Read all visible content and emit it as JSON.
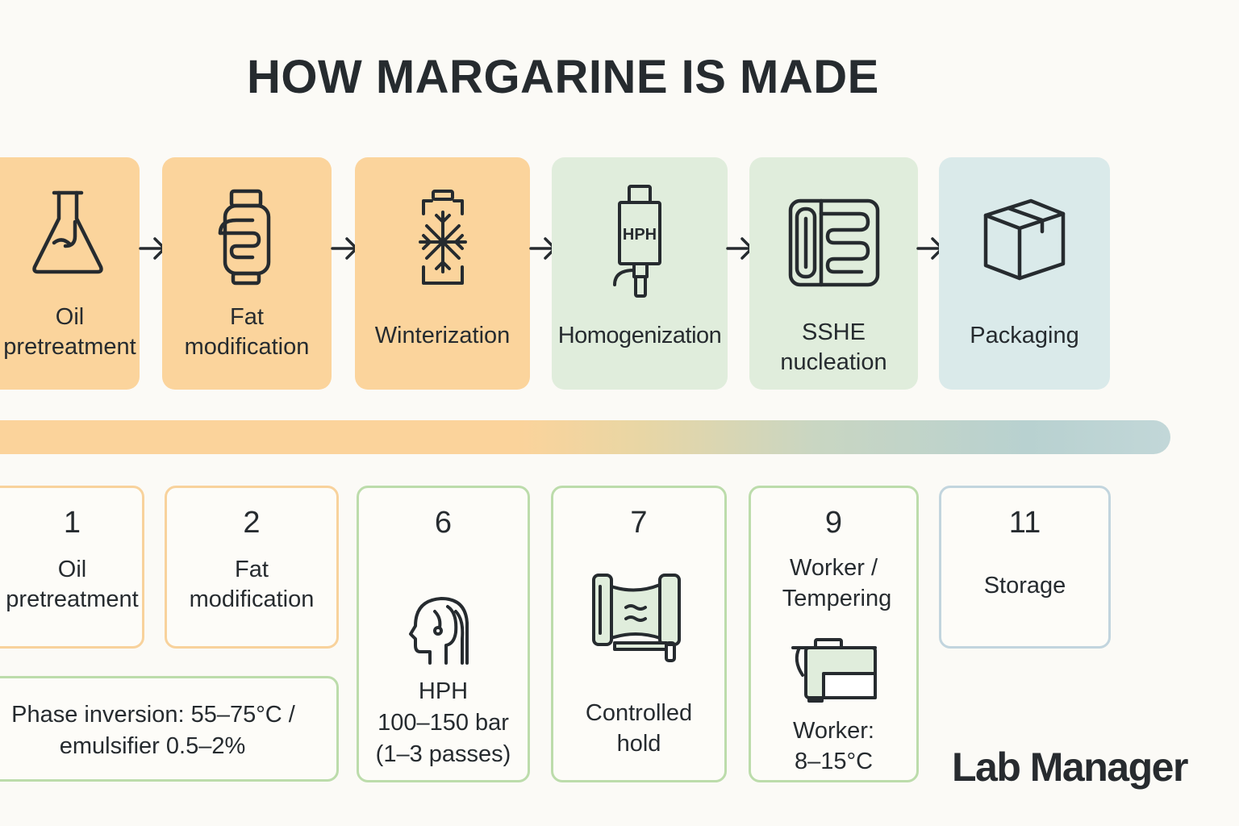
{
  "title": "HOW MARGARINE IS MADE",
  "colors": {
    "ink": "#262b2f",
    "orange_fill": "#fbd49c",
    "green_fill": "#e0eddc",
    "blue_fill": "#daeaea",
    "orange_border": "#f8d29c",
    "green_border": "#bcdcab",
    "blue_border": "#c2d5de"
  },
  "process_steps": [
    {
      "icon": "flask-icon",
      "line1": "Oil",
      "line2": "pretreatment"
    },
    {
      "icon": "tank-coil-icon",
      "line1": "Fat",
      "line2": "modification"
    },
    {
      "icon": "snowflake-container-icon",
      "line1": "Winterization"
    },
    {
      "icon": "homogenizer-icon",
      "icon_text": "HPH",
      "line1": "Homogenization"
    },
    {
      "icon": "heat-exchanger-icon",
      "line1": "SSHE",
      "line2": "nucleation"
    },
    {
      "icon": "box-icon",
      "line1": "Packaging"
    }
  ],
  "detail_cards": [
    {
      "number": "1",
      "line1": "Oil",
      "line2": "pretreatment"
    },
    {
      "number": "2",
      "line1": "Fat",
      "line2": "modification"
    },
    {
      "number": "6",
      "icon": "head-profile-icon",
      "line1": "HPH",
      "line2": "100–150 bar",
      "line3": "(1–3 passes)"
    },
    {
      "number": "7",
      "icon": "holding-tank-icon",
      "line1": "Controlled",
      "line2": "hold"
    },
    {
      "number": "9",
      "icon": "tempering-machine-icon",
      "line1": "Worker /",
      "line2": "Tempering",
      "line3": "Worker:",
      "line4": "8–15°C"
    },
    {
      "number": "11",
      "line1": "Storage"
    }
  ],
  "phase_note": {
    "line1": "Phase inversion: 55–75°C /",
    "line2": "emulsifier 0.5–2%"
  },
  "logo": "Lab Manager"
}
